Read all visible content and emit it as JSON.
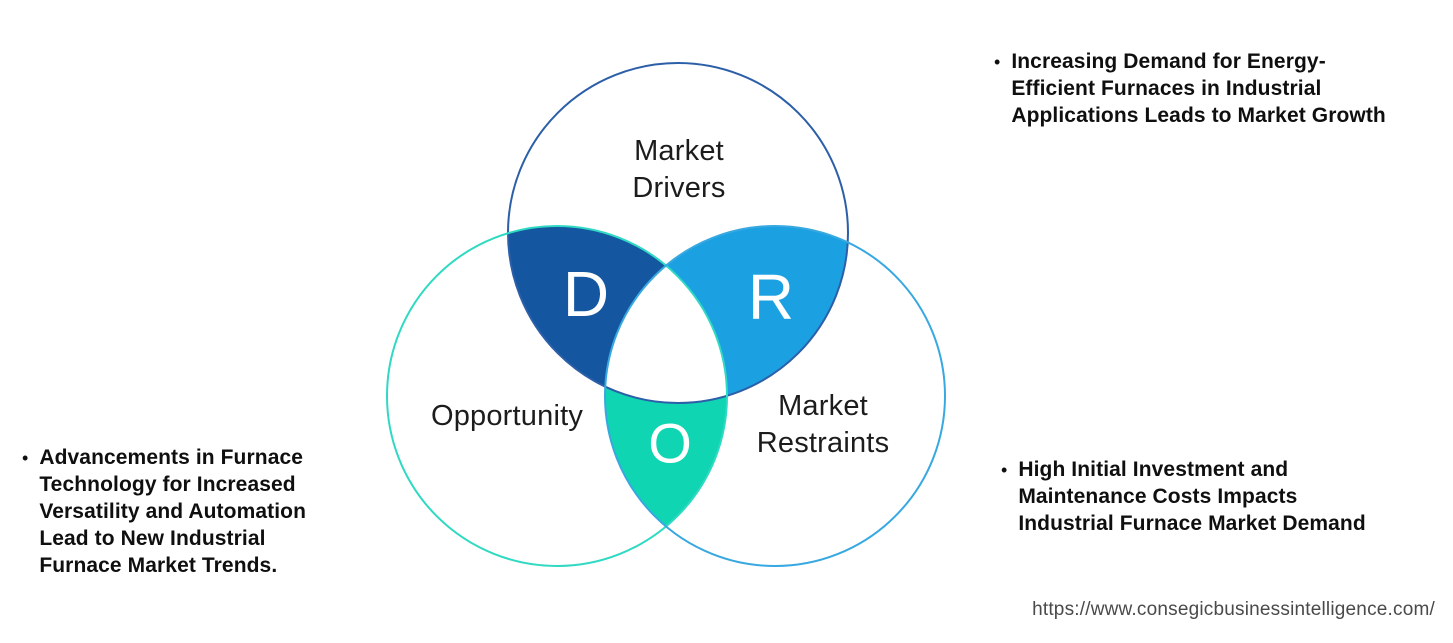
{
  "venn": {
    "labels": {
      "drivers": "Market\nDrivers",
      "opportunity": "Opportunity",
      "restraints": "Market\nRestraints"
    },
    "letters": {
      "d": "D",
      "r": "R",
      "o": "O"
    },
    "colors": {
      "drivers_stroke": "#2C5FA8",
      "opportunity_stroke": "#2FD9C2",
      "restraints_stroke": "#38A8E0",
      "d_fill": "#1457A0",
      "r_fill": "#1BA0E2",
      "o_fill": "#0FD5B3",
      "center_fill": "#FFFFFF"
    }
  },
  "bullets": {
    "top_right": {
      "marker": "•",
      "text": "Increasing Demand for Energy-\nEfficient Furnaces in Industrial\nApplications Leads to Market Growth"
    },
    "bottom_left": {
      "marker": "•",
      "text": "Advancements in Furnace\nTechnology for Increased\nVersatility and Automation\nLead to New Industrial\nFurnace Market Trends."
    },
    "bottom_right": {
      "marker": "•",
      "text": "High Initial Investment and\nMaintenance Costs Impacts\nIndustrial Furnace Market Demand"
    }
  },
  "footer": {
    "url": "https://www.consegicbusinessintelligence.com/"
  }
}
